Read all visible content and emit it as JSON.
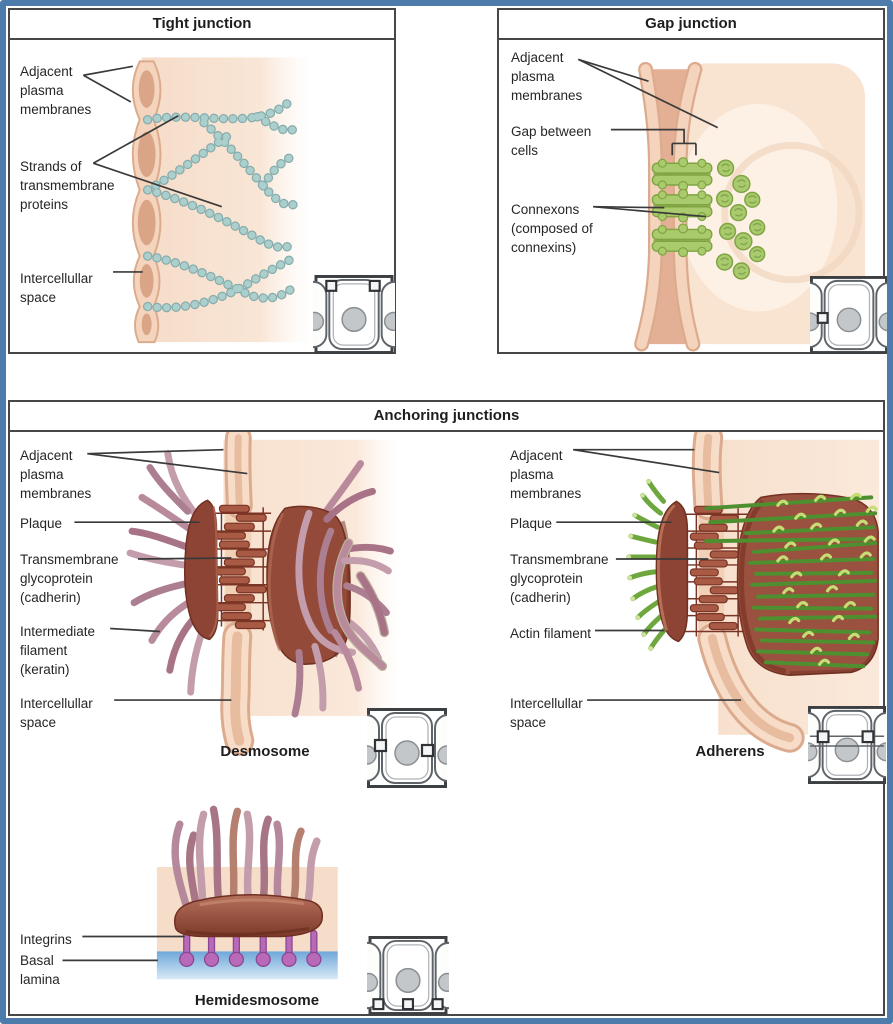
{
  "panels": {
    "tight": {
      "title": "Tight junction",
      "labels": {
        "adjacent": "Adjacent plasma membranes",
        "strands": "Strands of transmembrane proteins",
        "space": "Intercellullar space"
      }
    },
    "gap": {
      "title": "Gap junction",
      "labels": {
        "adjacent": "Adjacent plasma membranes",
        "gap": "Gap between cells",
        "connexons": "Connexons (composed of connexins)"
      }
    },
    "anchoring": {
      "title": "Anchoring junctions",
      "desmosome": {
        "caption": "Desmosome",
        "labels": {
          "adjacent": "Adjacent plasma membranes",
          "plaque": "Plaque",
          "glycoprotein": "Transmembrane glycoprotein (cadherin)",
          "filament": "Intermediate filament (keratin)",
          "space": "Intercellullar space"
        }
      },
      "adherens": {
        "caption": "Adherens",
        "labels": {
          "adjacent": "Adjacent plasma membranes",
          "plaque": "Plaque",
          "glycoprotein": "Transmembrane glycoprotein (cadherin)",
          "actin": "Actin filament",
          "space": "Intercellullar space"
        }
      },
      "hemidesmosome": {
        "caption": "Hemidesmosome",
        "labels": {
          "integrins": "Integrins",
          "basal": "Basal lamina"
        }
      }
    }
  },
  "colors": {
    "frame_border": "#4d7bab",
    "panel_border": "#474747",
    "membrane_peach": "#f4d4bd",
    "membrane_outline": "#dcab8d",
    "intercellular_peach": "#e3b095",
    "cytoplasm_peach": "#f8e2d0",
    "strand_teal": "#abcfcd",
    "connexon_green": "#a9cb6d",
    "connexon_outline": "#7fa441",
    "plaque_brown": "#8e4434",
    "cadherin_rust": "#a85a44",
    "filament_mauve": "#c49dac",
    "actin_green": "#4e8f2f",
    "actin_tip_green": "#c6dd74",
    "integrin_purple": "#b869b8",
    "basal_lamina_blue": "#6ea7d8",
    "inset_nucleus_gray": "#c3c7c9"
  }
}
